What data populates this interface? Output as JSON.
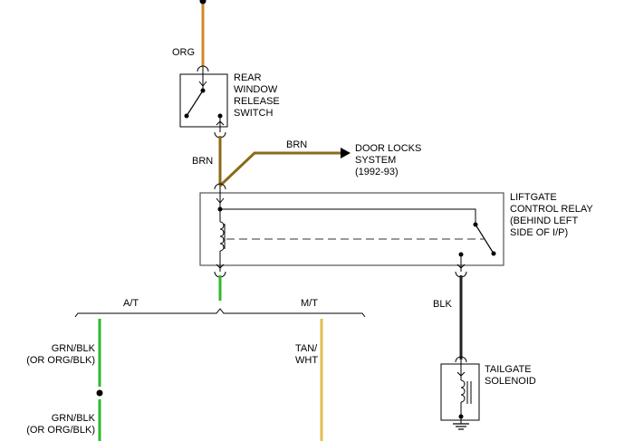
{
  "wires": {
    "org": "ORG",
    "brn_vertical": "BRN",
    "brn_branch": "BRN",
    "blk": "BLK",
    "at_branch": "A/T",
    "mt_branch": "M/T",
    "grn_blk_upper_1": "GRN/BLK",
    "grn_blk_upper_2": "(OR ORG/BLK)",
    "grn_blk_lower_1": "GRN/BLK",
    "grn_blk_lower_2": "(OR ORG/BLK)",
    "tan_wht_1": "TAN/",
    "tan_wht_2": "WHT"
  },
  "components": {
    "rear_window_switch": [
      "REAR",
      "WINDOW",
      "RELEASE",
      "SWITCH"
    ],
    "door_locks": [
      "DOOR LOCKS",
      "SYSTEM",
      "(1992-93)"
    ],
    "liftgate_relay": [
      "LIFTGATE",
      "CONTROL RELAY",
      "(BEHIND LEFT",
      "SIDE OF I/P)"
    ],
    "tailgate_solenoid": [
      "TAILGATE",
      "SOLENOID"
    ]
  },
  "colors": {
    "org": "#d08a2a",
    "brn": "#8a6a1a",
    "grn": "#2fb82f",
    "tan": "#e0c050",
    "blk": "#222222",
    "outline": "#000000",
    "relay_box": "#555555"
  }
}
